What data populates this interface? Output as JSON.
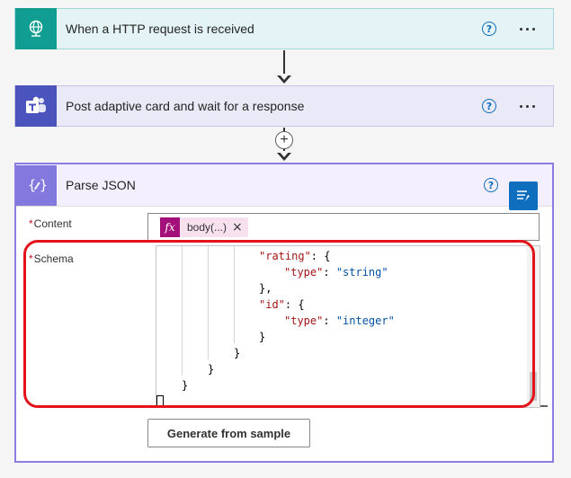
{
  "steps": {
    "http_trigger": {
      "title": "When a HTTP request is received",
      "icon": "globe-icon"
    },
    "teams_action": {
      "title": "Post adaptive card and wait for a response",
      "icon": "teams-icon"
    },
    "parse_json": {
      "title": "Parse JSON",
      "icon": "braces-icon"
    }
  },
  "help_glyph": "?",
  "add_glyph": "+",
  "fields": {
    "content": {
      "label": "Content",
      "required_marker": "*",
      "token_fx": "fx",
      "token_text": "body(...)",
      "token_close": "×"
    },
    "schema": {
      "label": "Schema",
      "required_marker": "*",
      "lines": [
        {
          "key": "\"rating\"",
          "rest": ": {"
        },
        {
          "indent2": true,
          "key": "\"type\"",
          "sep": ": ",
          "val": "\"string\""
        },
        {
          "plain": "},"
        },
        {
          "key": "\"id\"",
          "rest": ": {"
        },
        {
          "indent2": true,
          "key": "\"type\"",
          "sep": ": ",
          "val": "\"integer\""
        },
        {
          "plain": "}"
        },
        {
          "plain": "}"
        },
        {
          "plain": "}"
        },
        {
          "plain": "}"
        }
      ]
    }
  },
  "buttons": {
    "generate_from_sample": "Generate from sample"
  },
  "colors": {
    "http_icon_bg": "#119d92",
    "teams_icon_bg": "#4b53bc",
    "parse_icon_bg": "#8378de",
    "highlight": "#e3131b",
    "token_fx_bg": "#a4107a"
  }
}
